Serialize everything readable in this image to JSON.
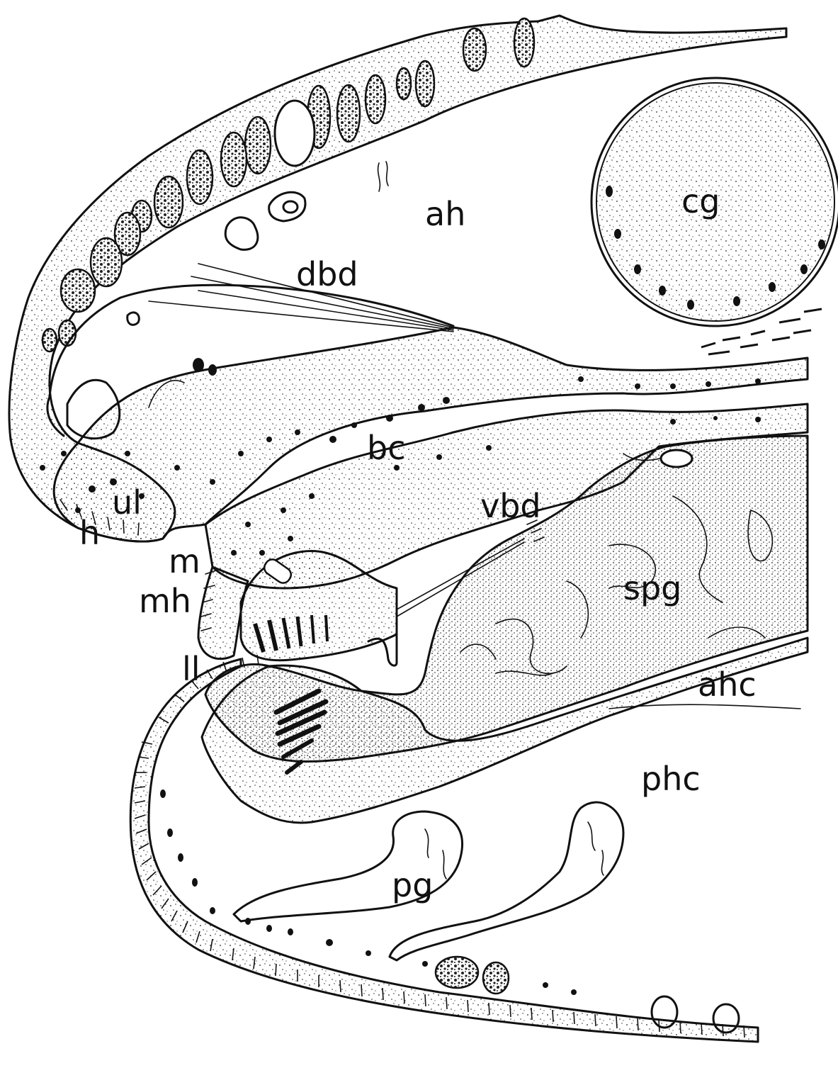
{
  "labels": {
    "ah": "ah",
    "cg": "cg",
    "dbd": "dbd",
    "bc": "bc",
    "ul": "ul",
    "h": "h",
    "m": "m",
    "mh": "mh",
    "ll": "ll",
    "vbd": "vbd",
    "spg": "spg",
    "ahc": "ahc",
    "phc": "phc",
    "pg": "pg"
  },
  "colors": {
    "ink": "#111111",
    "background": "#ffffff"
  }
}
